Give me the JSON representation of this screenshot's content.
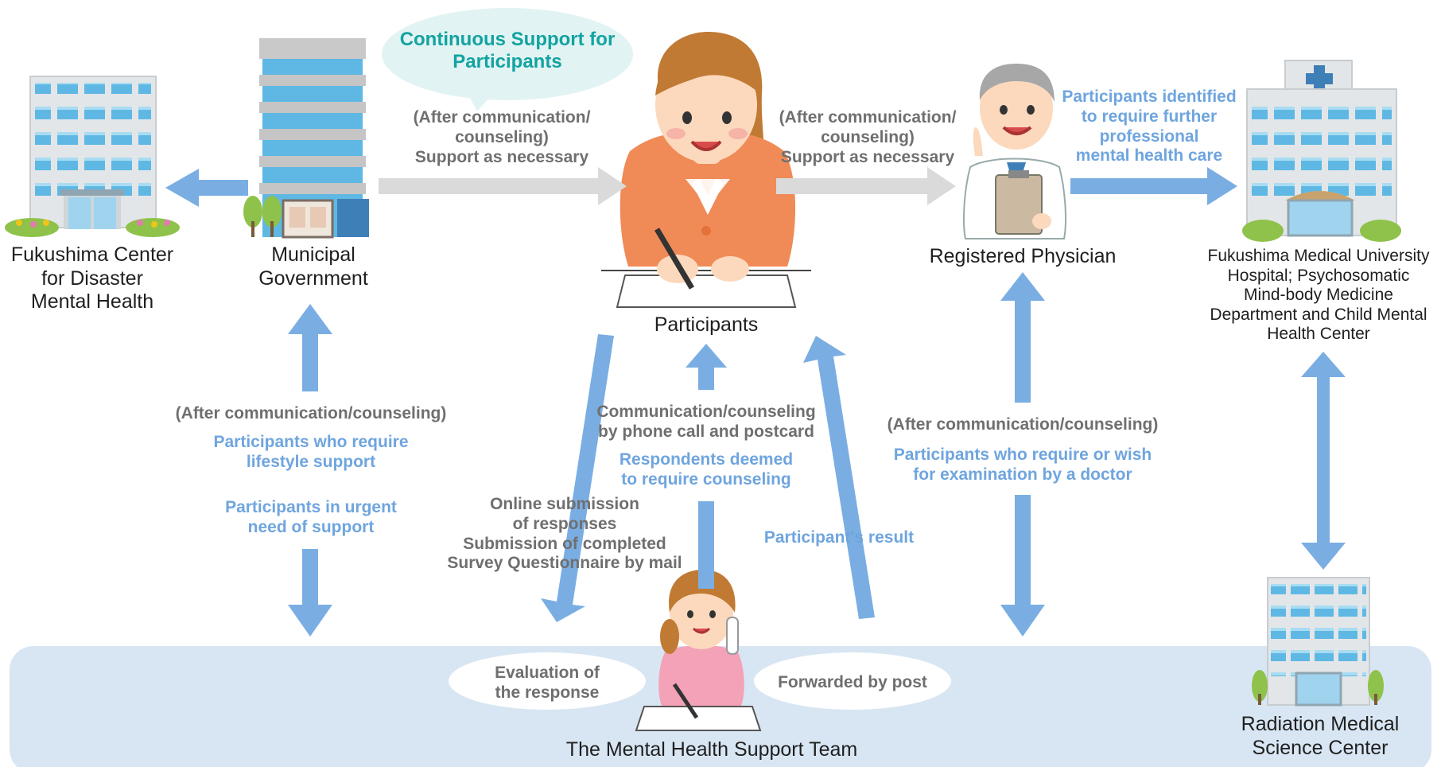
{
  "nodes": {
    "fukushima_center": [
      "Fukushima Center",
      "for Disaster",
      "Mental Health"
    ],
    "municipal": [
      "Municipal",
      "Government"
    ],
    "participants": "Participants",
    "physician": "Registered Physician",
    "university_hospital": [
      "Fukushima Medical University",
      "Hospital; Psychosomatic",
      "Mind-body Medicine",
      "Department and Child Mental",
      "Health Center"
    ],
    "radiation_center": [
      "Radiation Medical",
      "Science Center"
    ],
    "support_team": "The Mental Health Support Team"
  },
  "callout": [
    "Continuous Support for",
    "Participants"
  ],
  "labels": {
    "support_left": [
      "(After communication/",
      "counseling)",
      "Support as necessary"
    ],
    "support_right": [
      "(After communication/",
      "counseling)",
      "Support as necessary"
    ],
    "professional_care": [
      "Participants identified",
      "to require further",
      "professional",
      "mental health care"
    ],
    "left_after": "(After communication/counseling)",
    "lifestyle": [
      "Participants who require",
      "lifestyle support"
    ],
    "urgent": [
      "Participants in urgent",
      "need of support"
    ],
    "comm_phone": [
      "Communication/counseling",
      "by phone call and postcard"
    ],
    "respondents": [
      "Respondents deemed",
      "to require counseling"
    ],
    "online": [
      "Online submission",
      "of responses",
      "Submission of completed",
      "Survey Questionnaire by mail"
    ],
    "result": "Participant's result",
    "right_after": "(After communication/counseling)",
    "exam": [
      "Participants who require or wish",
      "for examination by a doctor"
    ],
    "evaluation": [
      "Evaluation of",
      "the response"
    ],
    "forwarded": "Forwarded by post"
  },
  "colors": {
    "blue_arrow": "#7aaee3",
    "gray_arrow": "#dadada",
    "bottom_band": "#d8e6f3",
    "teal_text": "#13a3a1",
    "blue_text": "#6fa5de",
    "gray_text": "#6f6f6f"
  },
  "icons": [
    "office-building-icon",
    "municipal-building-icon",
    "woman-writing-icon",
    "doctor-icon",
    "hospital-icon",
    "woman-on-phone-icon",
    "cross-icon"
  ]
}
